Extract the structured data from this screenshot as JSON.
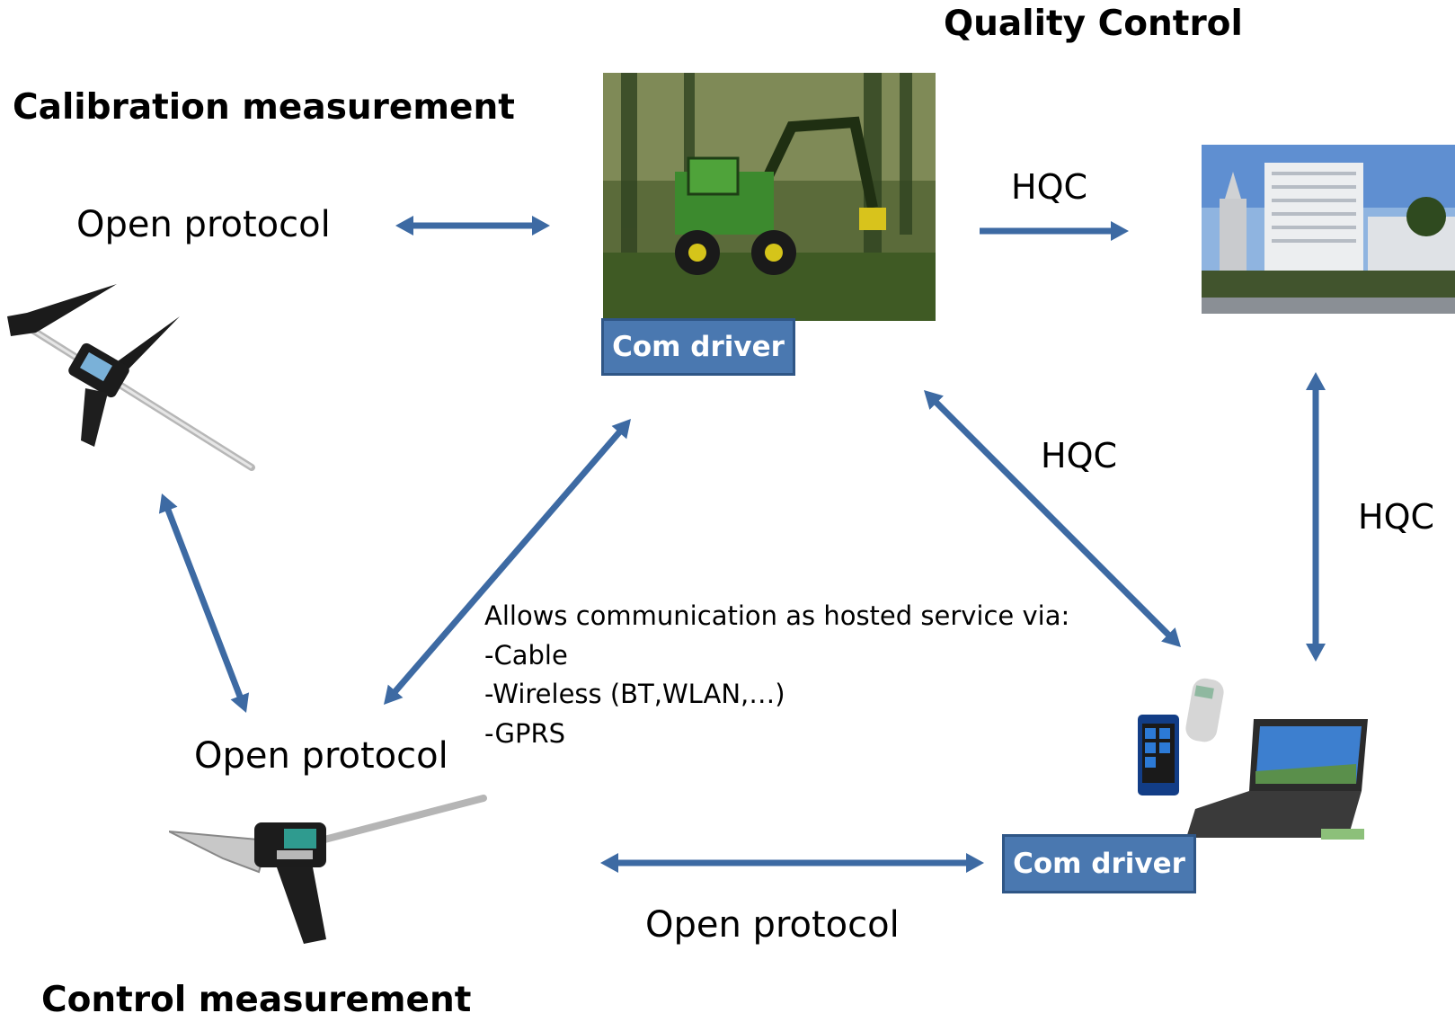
{
  "headings": {
    "quality_control": "Quality Control",
    "calibration": "Calibration measurement",
    "control": "Control measurement"
  },
  "labels": {
    "open_protocol_top": "Open protocol",
    "open_protocol_mid": "Open protocol",
    "open_protocol_bottom": "Open protocol",
    "hqc_top": "HQC",
    "hqc_middle": "HQC",
    "hqc_right": "HQC"
  },
  "badges": {
    "harvester_driver": "Com driver",
    "devices_driver": "Com driver"
  },
  "note": {
    "text": "Allows communication as hosted service via:\n-Cable\n-Wireless (BT,WLAN,…)\n-GPRS"
  },
  "colors": {
    "arrow": "#3d6aa3",
    "badge_fill": "#4a78b0",
    "badge_border": "#2f5686"
  }
}
